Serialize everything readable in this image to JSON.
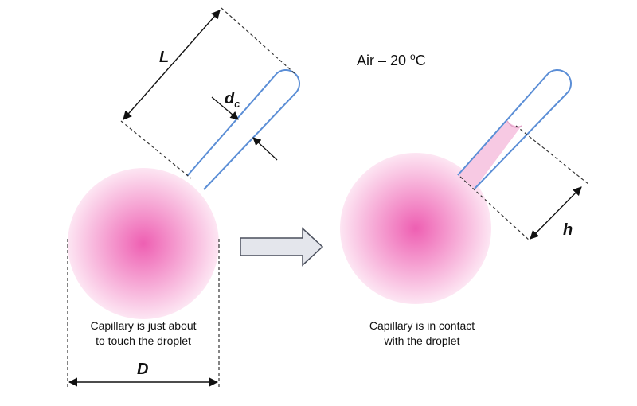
{
  "labels": {
    "L": "L",
    "dc_main": "d",
    "dc_sub": "c",
    "h": "h",
    "D": "D",
    "air_prefix": "Air – 20 ",
    "air_sup": "o",
    "air_suffix": "C"
  },
  "captions": {
    "left_line1": "Capillary is just about",
    "left_line2": "to touch the droplet",
    "right_line1": "Capillary is in contact",
    "right_line2": "with the droplet"
  },
  "colors": {
    "capillary": "#5b8ed6",
    "droplet_center": "#ee5fb2",
    "droplet_edge": "#fde6f3",
    "liquid": "#f7c9e3",
    "arrow_fill": "#e4e6ec",
    "arrow_stroke": "#4a4f5c"
  }
}
